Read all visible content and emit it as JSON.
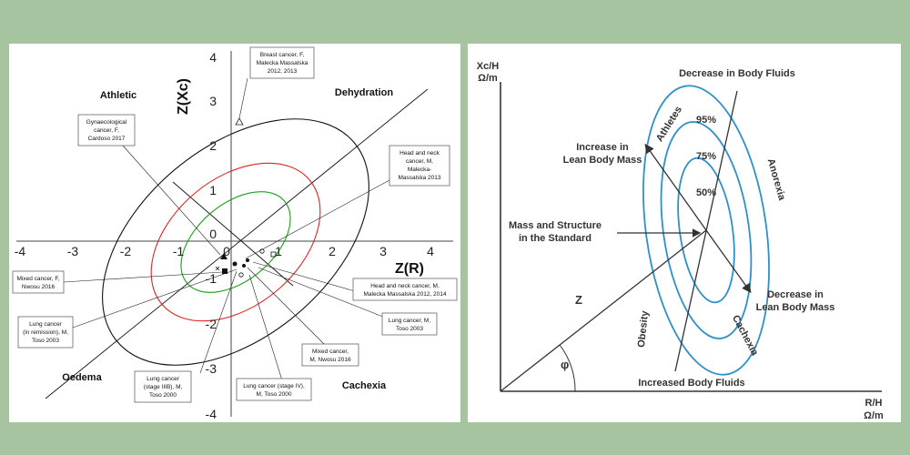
{
  "left": {
    "axis": {
      "x_title": "Z(R)",
      "y_title": "Z(Xc)",
      "x_ticks": [
        "-4",
        "-3",
        "-2",
        "-1",
        "0",
        "1",
        "2",
        "3",
        "4"
      ],
      "y_ticks": [
        "4",
        "3",
        "2",
        "1",
        "0",
        "-1",
        "-2",
        "-3",
        "-4"
      ]
    },
    "regions": {
      "athletic": "Athletic",
      "dehydration": "Dehydration",
      "oedema": "Oedema",
      "cachexia": "Cachexia"
    },
    "callouts": [
      {
        "id": "breast",
        "lines": [
          "Breast cancer, F,",
          "Malecka Massalska",
          "2012, 2013"
        ]
      },
      {
        "id": "gyn",
        "lines": [
          "Gynaecological",
          "cancer, F,",
          "Cardoso 2017"
        ]
      },
      {
        "id": "headneck-f",
        "lines": [
          "Head and neck",
          "cancer, M,",
          "Malecka-",
          "Massalska 2013"
        ]
      },
      {
        "id": "mixed-f",
        "lines": [
          "Mixed cancer, F,",
          "Nwosu 2016"
        ]
      },
      {
        "id": "headneck-m",
        "lines": [
          "Head and neck cancer, M,",
          "Malecka Massalska 2012, 2014"
        ]
      },
      {
        "id": "lung-remission",
        "lines": [
          "Lung cancer",
          "(in remission), M,",
          "Toso 2003"
        ]
      },
      {
        "id": "lung-m",
        "lines": [
          "Lung cancer, M,",
          "Toso 2003"
        ]
      },
      {
        "id": "mixed-m",
        "lines": [
          "Mixed cancer,",
          "M, Nwosu 2016"
        ]
      },
      {
        "id": "lung-iiib",
        "lines": [
          "Lung cancer",
          "(stage IIIB), M,",
          "Toso 2000"
        ]
      },
      {
        "id": "lung-iv",
        "lines": [
          "Lung cancer (stage IV),",
          "M, Toso 2000"
        ]
      }
    ],
    "colors": {
      "outer": "#111111",
      "mid": "#e02424",
      "inner": "#1aa01a"
    }
  },
  "right": {
    "y_axis_label": [
      "Xc/H",
      "Ω/m"
    ],
    "x_axis_label": [
      "R/H",
      "Ω/m"
    ],
    "labels": {
      "decrease_fluids": "Decrease in Body Fluids",
      "increase_lbm": [
        "Increase in",
        "Lean Body Mass"
      ],
      "mass_structure": [
        "Mass and Structure",
        "in the Standard"
      ],
      "decrease_lbm": [
        "Decrease in",
        "Lean Body Mass"
      ],
      "increased_fluids": "Increased Body Fluids",
      "z": "Z",
      "phi": "φ",
      "athletes": "Athletes",
      "anorexia": "Anorexia",
      "obesity": "Obesity",
      "cachexia": "Cachexia",
      "p95": "95%",
      "p75": "75%",
      "p50": "50%"
    },
    "colors": {
      "ellipse": "#2f8fc9",
      "axis": "#333333"
    }
  }
}
